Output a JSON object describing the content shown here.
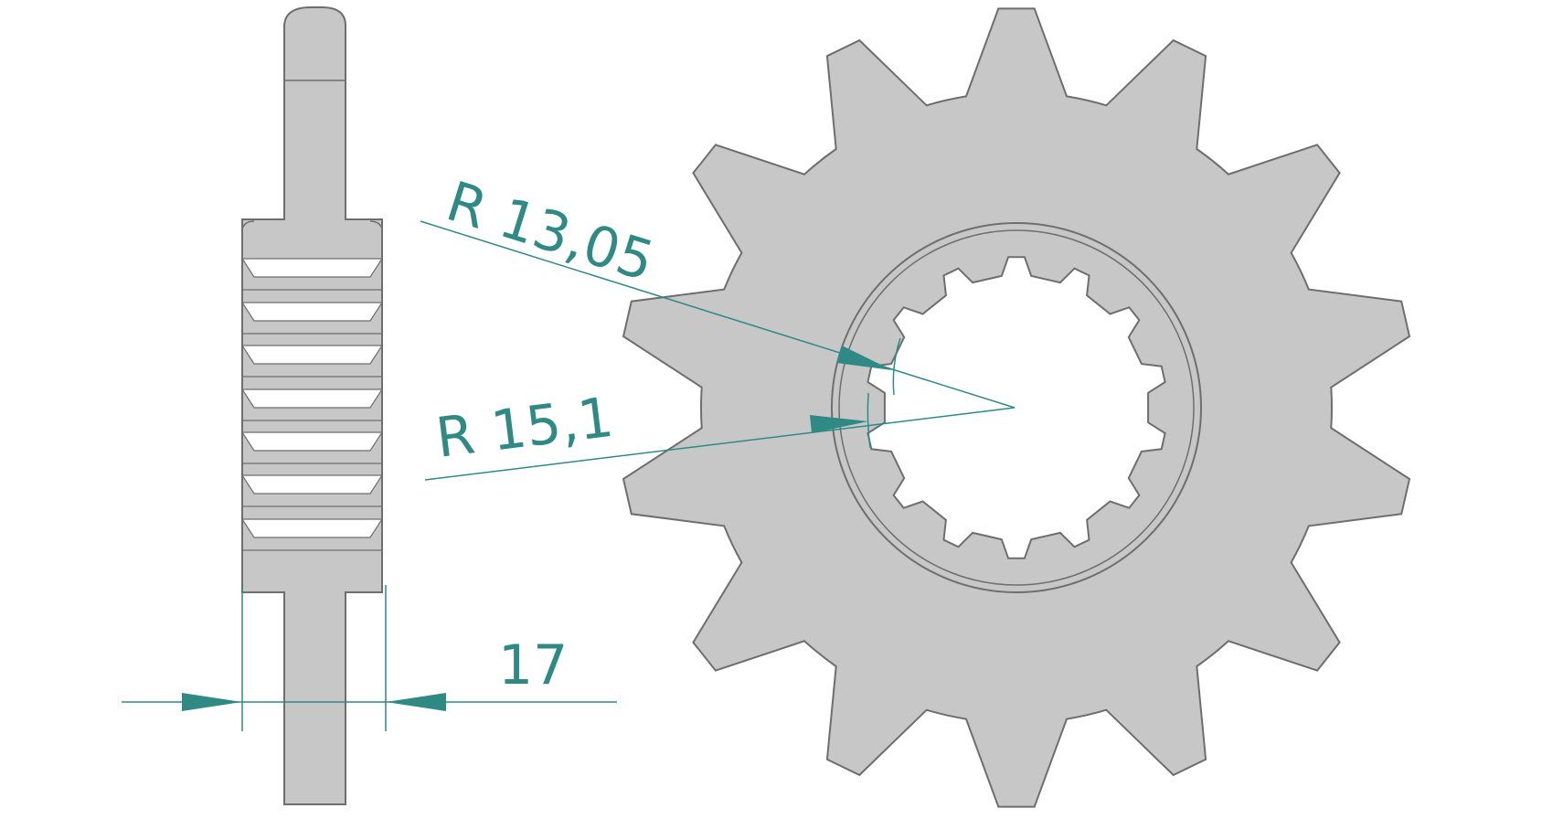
{
  "colors": {
    "part_fill": "#c7c7c7",
    "part_stroke": "#6e6e6e",
    "dimension": "#2f8a86",
    "background": "#ffffff"
  },
  "sprocket": {
    "teeth": 14,
    "spline_teeth": 14
  },
  "dimensions": {
    "pitch_radius_label": "R  13,05",
    "outer_radius_label": "R  15,1",
    "width_label": "17"
  }
}
